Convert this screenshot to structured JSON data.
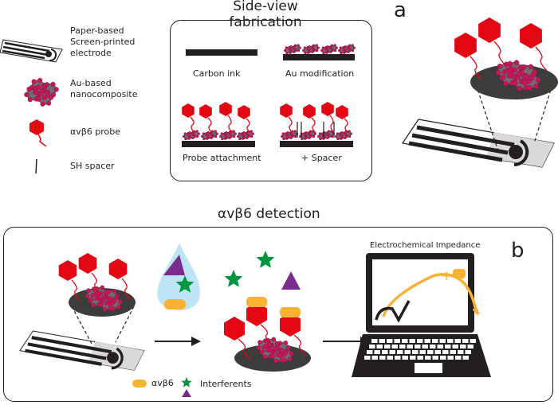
{
  "legend": {
    "electrode": "Paper-based\nScreen-printed\nelectrode",
    "nanocomposite": "Au-based\nnanocomposite",
    "probe": "αvβ6 probe",
    "spacer": "SH spacer"
  },
  "fabrication": {
    "title": "Side-view fabrication",
    "steps": [
      "Carbon ink",
      "Au modification",
      "Probe attachment",
      "+ Spacer"
    ]
  },
  "panel_a": {
    "letter": "a"
  },
  "detection": {
    "title": "αvβ6 detection",
    "screen_label": "Electrochemical Impedance",
    "plus": "+",
    "legend_target": "αvβ6",
    "legend_interferents": "Interferents"
  },
  "panel_b": {
    "letter": "b"
  },
  "colors": {
    "probe_red": "#e30613",
    "particle_pink": "#c2185b",
    "core_gray": "#6d6e6d",
    "target_orange": "#f9b233",
    "interferent_green": "#009640",
    "interferent_purple": "#7b2c8c",
    "drop_blue": "#bfe4f5"
  }
}
